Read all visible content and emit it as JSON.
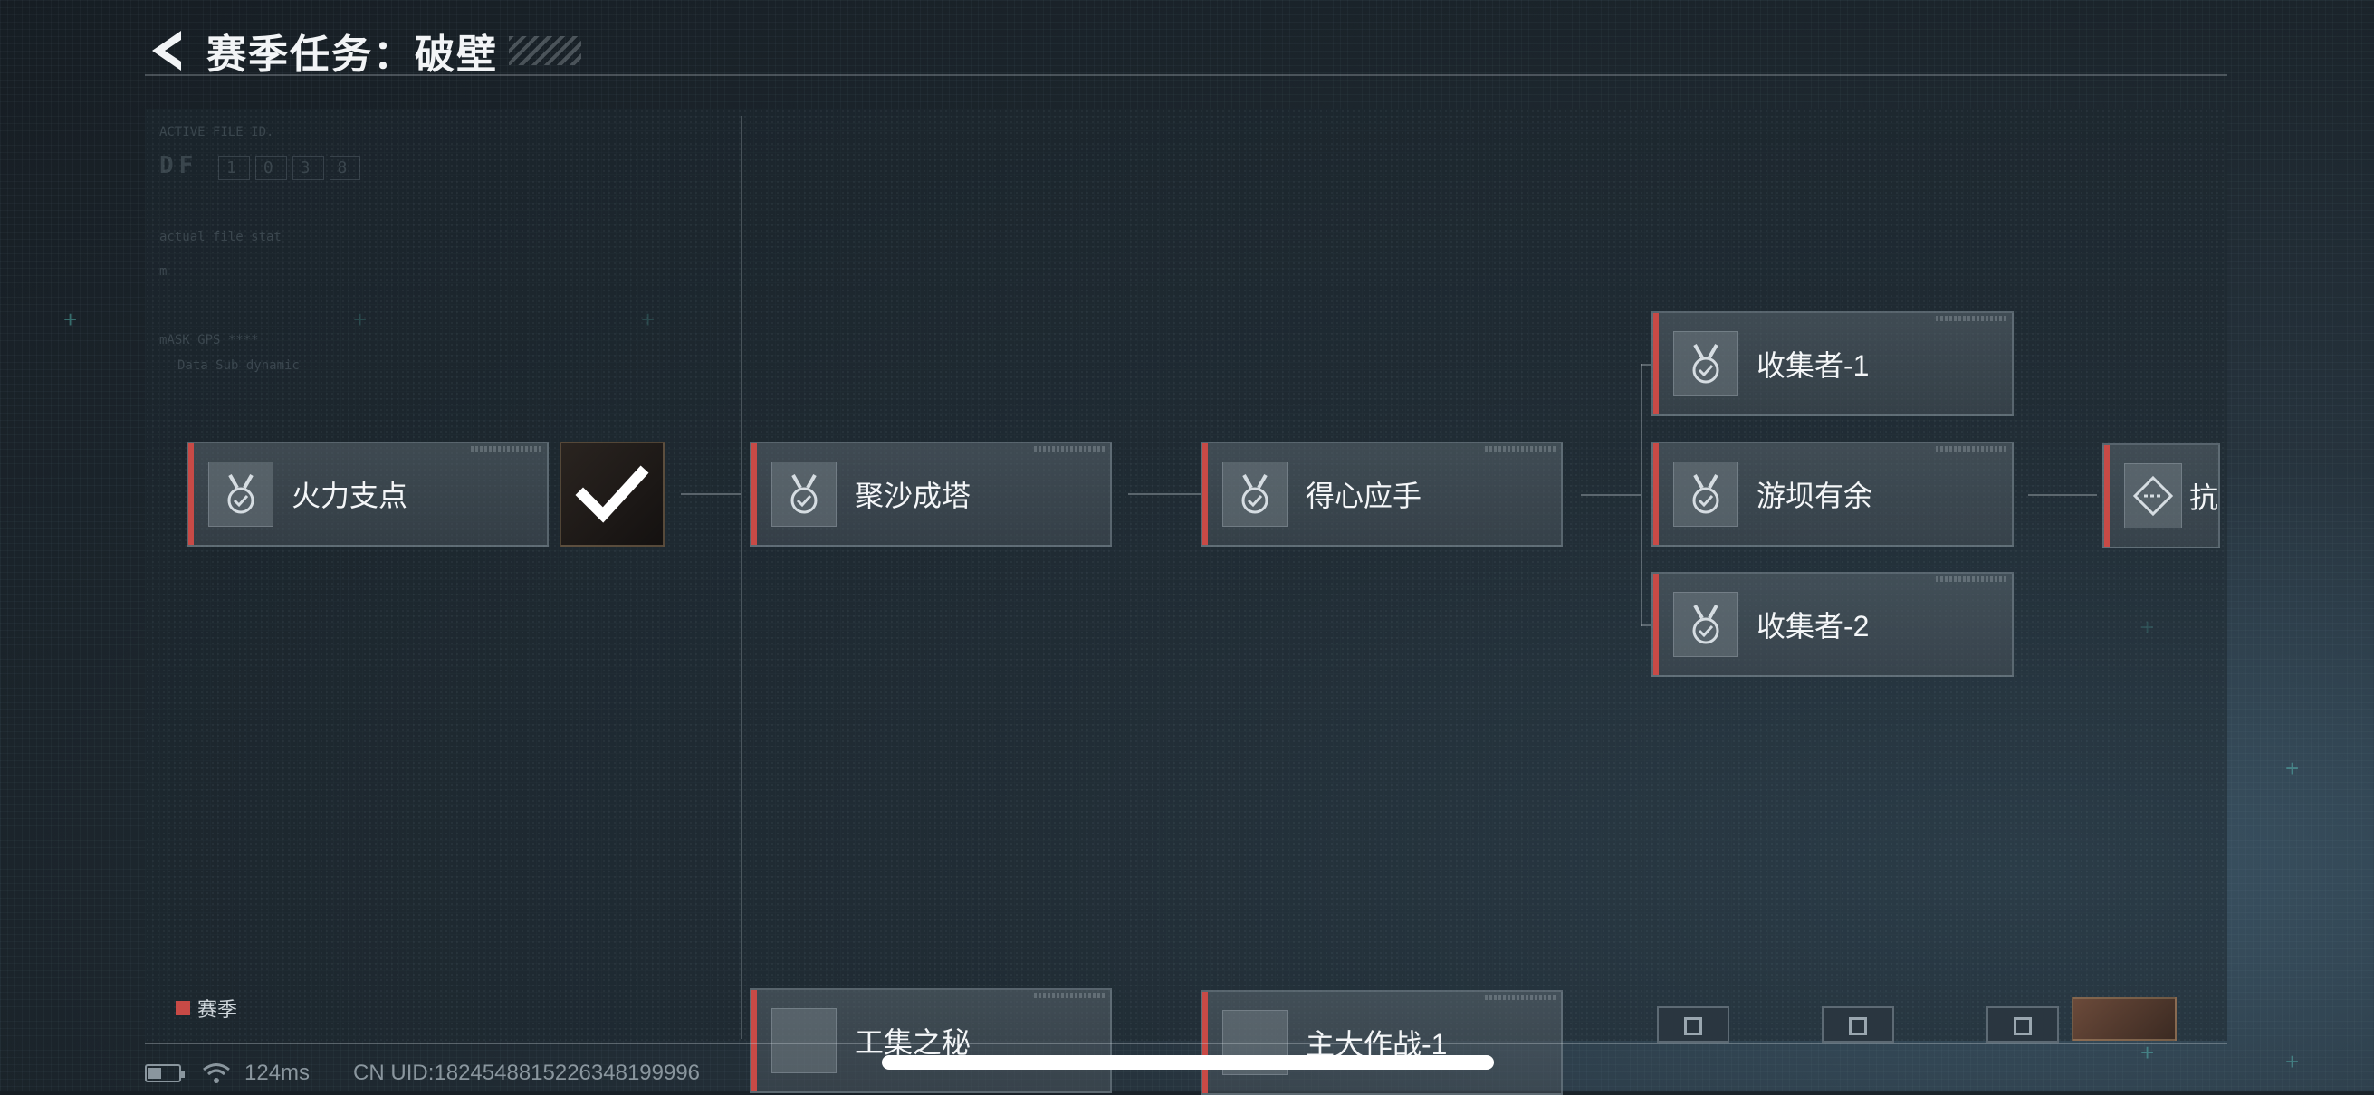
{
  "header": {
    "title": "赛季任务：破壁",
    "back_icon": "chevron-left-icon"
  },
  "colors": {
    "accent_red": "#c84a46",
    "text_primary": "#f4f6f8",
    "background": "#1b242b"
  },
  "tasks": {
    "fire_support": "火力支点",
    "gather_sand": "聚沙成塔",
    "proficient": "得心应手",
    "collector_1": "收集者-1",
    "dam_leisure": "游坝有余",
    "collector_2": "收集者-2",
    "next_partial": "抗",
    "bottom_1_partial": "工集之秘",
    "bottom_2_partial": "主大作战-1"
  },
  "faint_text": {
    "df_prefix": "DF",
    "df_digits": [
      "1",
      "0",
      "3",
      "8"
    ],
    "line1": "ACTIVE FILE ID.",
    "line2": "actual file stat",
    "line3": "m",
    "line4": "mASK GPS ****",
    "line5": "Data Sub dynamic"
  },
  "legend": {
    "label": "赛季"
  },
  "status_bar": {
    "ping": "124ms",
    "uid": "CN UID:1824548815226348199996"
  }
}
